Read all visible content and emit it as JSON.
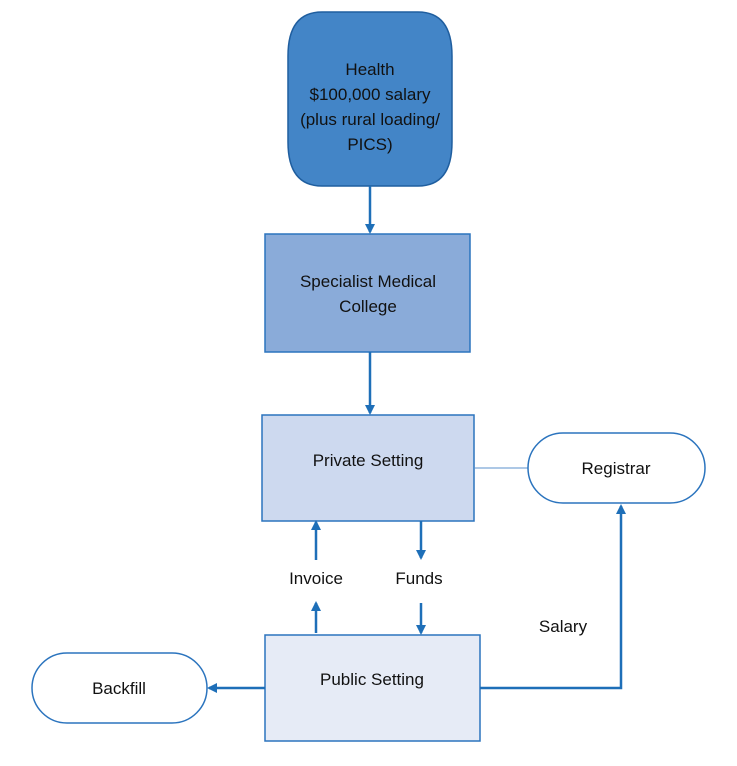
{
  "nodes": {
    "health": {
      "lines": [
        "Health",
        "$100,000 salary",
        "(plus rural loading/",
        "PICS)"
      ],
      "color": "#4385c7"
    },
    "college": {
      "lines": [
        "Specialist Medical",
        "College"
      ],
      "color": "#8aabd9"
    },
    "private": {
      "lines": [
        "Private Setting"
      ],
      "color": "#cdd9ef"
    },
    "registrar": {
      "lines": [
        "Registrar"
      ],
      "color": "#ffffff"
    },
    "public": {
      "lines": [
        "Public Setting"
      ],
      "color": "#e6ebf6"
    },
    "backfill": {
      "lines": [
        "Backfill"
      ],
      "color": "#ffffff"
    }
  },
  "labels": {
    "invoice": "Invoice",
    "funds": "Funds",
    "salary": "Salary"
  },
  "colors": {
    "stroke": "#1e6fb8",
    "arrow": "#1e6fb8",
    "border": "#2b74be"
  }
}
